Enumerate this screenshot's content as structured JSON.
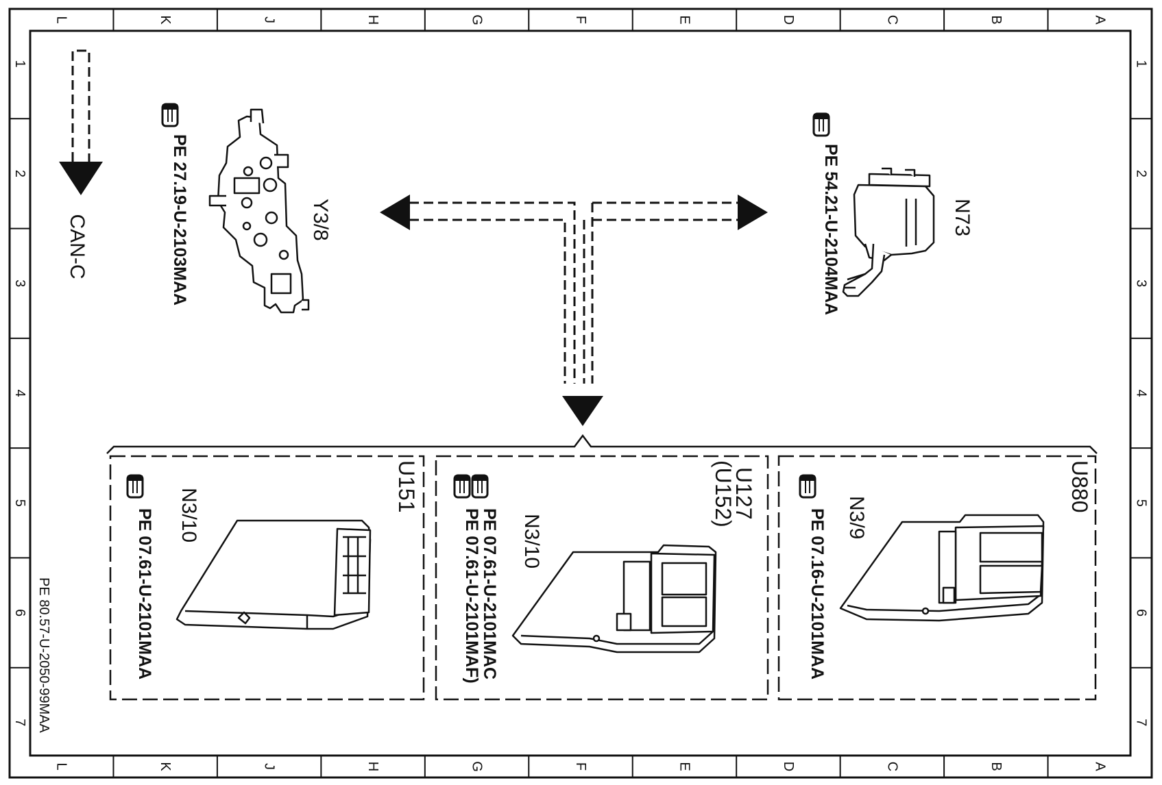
{
  "grid": {
    "letters": [
      "L",
      "K",
      "J",
      "H",
      "G",
      "F",
      "E",
      "D",
      "C",
      "B",
      "A"
    ],
    "numbers": [
      "1",
      "2",
      "3",
      "4",
      "5",
      "6",
      "7"
    ]
  },
  "bus": {
    "name": "CAN-C"
  },
  "drawing_number": "PE 80.57-U-2050-99MAA",
  "components": {
    "y3_8": {
      "code": "Y3/8",
      "ref": "PE 27.19-U-2103MAA"
    },
    "n73": {
      "code": "N73",
      "ref": "PE 54.21-U-2104MAA"
    },
    "panel_u151": {
      "variant": "U151",
      "code": "N3/10",
      "ref": "PE 07.61-U-2101MAA"
    },
    "panel_u127": {
      "variant": "U127",
      "variant_alt": "(U152)",
      "code": "N3/10",
      "ref_1": "PE 07.61-U-2101MAC",
      "ref_2": "PE 07.61-U-2101MAF)"
    },
    "panel_u880": {
      "variant": "U880",
      "code": "N3/9",
      "ref": "PE 07.16-U-2101MAA"
    }
  }
}
